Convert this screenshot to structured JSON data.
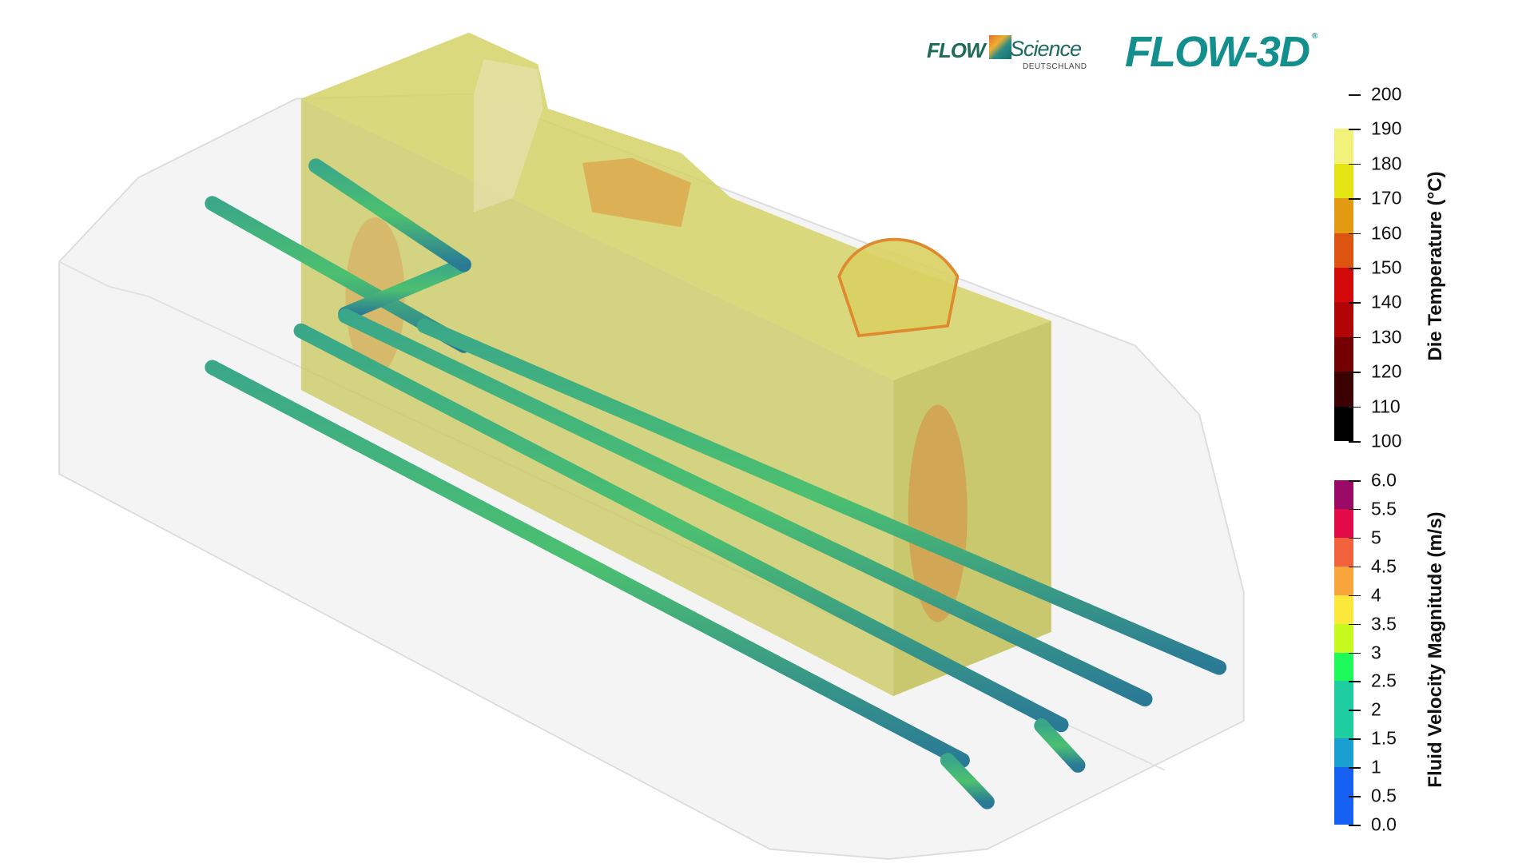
{
  "logos": {
    "flow_science": {
      "word1": "FLOW",
      "word2": "Science",
      "sub": "DEUTSCHLAND"
    },
    "flow3d": {
      "text": "FLOW-3D",
      "mark": "®"
    }
  },
  "legends": {
    "temperature": {
      "title": "Die Temperature (°C)",
      "range": [
        100,
        200
      ],
      "ticks": [
        "200",
        "190",
        "180",
        "170",
        "160",
        "150",
        "140",
        "130",
        "120",
        "110",
        "100"
      ],
      "bands": [
        {
          "from": 180,
          "to": 190,
          "color": "#f2f27a"
        },
        {
          "from": 170,
          "to": 180,
          "color": "#e4e414"
        },
        {
          "from": 160,
          "to": 170,
          "color": "#e29a12"
        },
        {
          "from": 150,
          "to": 160,
          "color": "#dc5410"
        },
        {
          "from": 140,
          "to": 150,
          "color": "#d40a0a"
        },
        {
          "from": 130,
          "to": 140,
          "color": "#b00406"
        },
        {
          "from": 120,
          "to": 130,
          "color": "#740004"
        },
        {
          "from": 110,
          "to": 120,
          "color": "#3a0002"
        },
        {
          "from": 100,
          "to": 110,
          "color": "#000000"
        }
      ]
    },
    "velocity": {
      "title": "Fluid Velocity Magnitude (m/s)",
      "range": [
        0,
        6
      ],
      "ticks": [
        "6.0",
        "5.5",
        "5",
        "4.5",
        "4",
        "3.5",
        "3",
        "2.5",
        "2",
        "1.5",
        "1",
        "0.5",
        "0.0"
      ],
      "bands": [
        {
          "from": 5.5,
          "to": 6.0,
          "color": "#9c0a68"
        },
        {
          "from": 5.0,
          "to": 5.5,
          "color": "#e20a48"
        },
        {
          "from": 4.5,
          "to": 5.0,
          "color": "#f2623c"
        },
        {
          "from": 4.0,
          "to": 4.5,
          "color": "#f8a63c"
        },
        {
          "from": 3.5,
          "to": 4.0,
          "color": "#fce83a"
        },
        {
          "from": 3.0,
          "to": 3.5,
          "color": "#c6fa1e"
        },
        {
          "from": 2.5,
          "to": 3.0,
          "color": "#1efa5a"
        },
        {
          "from": 1.5,
          "to": 2.5,
          "color": "#1ecea0"
        },
        {
          "from": 1.0,
          "to": 1.5,
          "color": "#1aa0d0"
        },
        {
          "from": 0.0,
          "to": 1.0,
          "color": "#1660f4"
        }
      ]
    }
  }
}
